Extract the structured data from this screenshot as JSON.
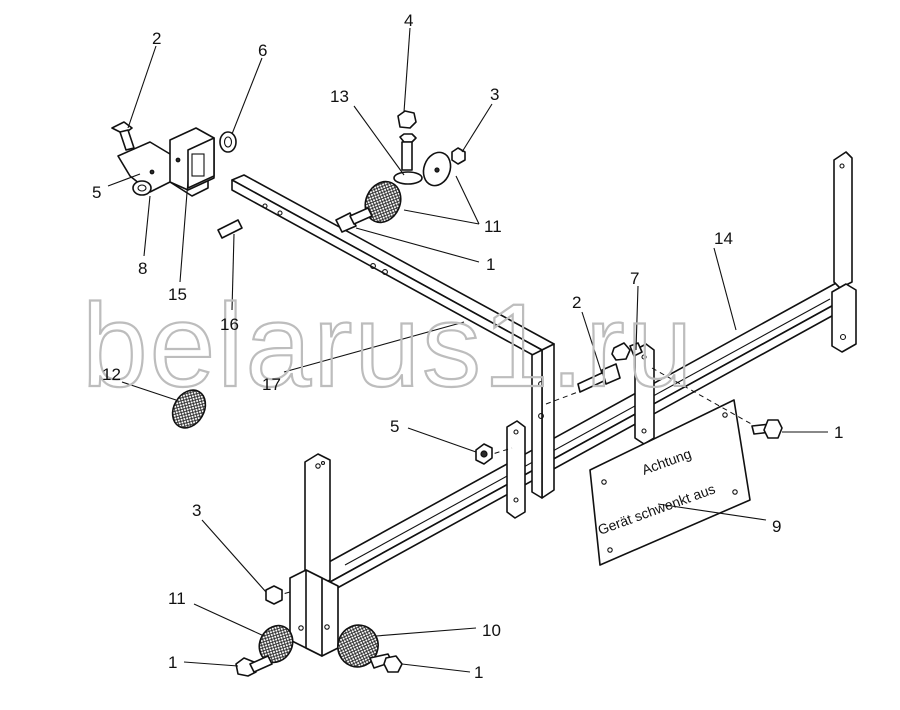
{
  "watermark": "belarus1.ru",
  "plate": {
    "line1": "Achtung",
    "line2": "Gerät schwenkt aus"
  },
  "labels": {
    "l_2a": "2",
    "l_6": "6",
    "l_4": "4",
    "l_13": "13",
    "l_3a": "3",
    "l_5a": "5",
    "l_8": "8",
    "l_15": "15",
    "l_11a": "11",
    "l_1a": "1",
    "l_16": "16",
    "l_14": "14",
    "l_7": "7",
    "l_2b": "2",
    "l_12": "12",
    "l_17": "17",
    "l_5b": "5",
    "l_1b": "1",
    "l_9": "9",
    "l_3b": "3",
    "l_11b": "11",
    "l_10": "10",
    "l_1c": "1",
    "l_1d": "1"
  }
}
